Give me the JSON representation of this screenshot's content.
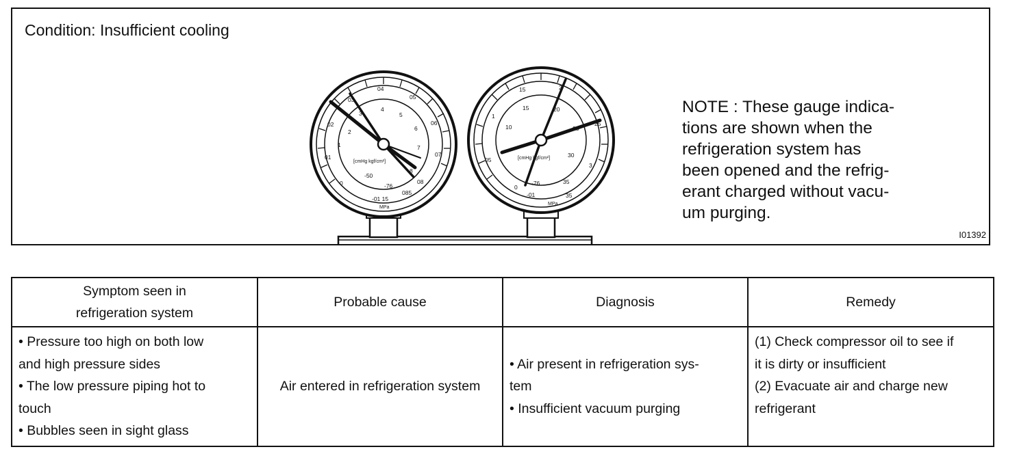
{
  "figure": {
    "condition": "Condition: Insufficient cooling",
    "note_lines": [
      "NOTE : These gauge indica-",
      "tions are shown when the",
      "refrigeration system has",
      "been opened and the refrig-",
      "erant charged without vacu-",
      "um purging."
    ],
    "figure_id": "I01392",
    "low_gauge": {
      "outer_labels": [
        "02",
        "03",
        "04",
        "05",
        "06",
        "07",
        "08",
        "085",
        "-01 15",
        "0",
        "01"
      ],
      "inner_labels": [
        "1",
        "2",
        "3",
        "4",
        "5",
        "6",
        "7",
        "8",
        "-50",
        "-76"
      ],
      "unit_inner": "[cmHg kgf/cm²]",
      "unit_outer": "MPa"
    },
    "high_gauge": {
      "outer_labels": [
        "1",
        "15",
        "2",
        "25",
        "3",
        "35",
        "-01",
        "0",
        "05"
      ],
      "inner_labels": [
        "10",
        "15",
        "20",
        "25",
        "30",
        "35",
        "-76"
      ],
      "unit_inner": "[cmHg kgf/cm²]",
      "unit_outer": "MPa"
    },
    "icon": "pressure-gauge-icon"
  },
  "table": {
    "headers": [
      "Symptom seen in|refrigeration system",
      "Probable cause",
      "Diagnosis",
      "Remedy"
    ],
    "symptom_lines": [
      "• Pressure too high on both low",
      "and high pressure sides",
      "• The low pressure piping hot to",
      "touch",
      "• Bubbles seen in sight glass"
    ],
    "cause": "Air entered in refrigeration system",
    "diagnosis_lines": [
      "• Air present in refrigeration sys-",
      "tem",
      "• Insufficient vacuum purging"
    ],
    "remedy_lines": [
      "(1) Check compressor oil to see if",
      "it is dirty or insufficient",
      "(2) Evacuate air and charge new",
      "refrigerant"
    ]
  }
}
